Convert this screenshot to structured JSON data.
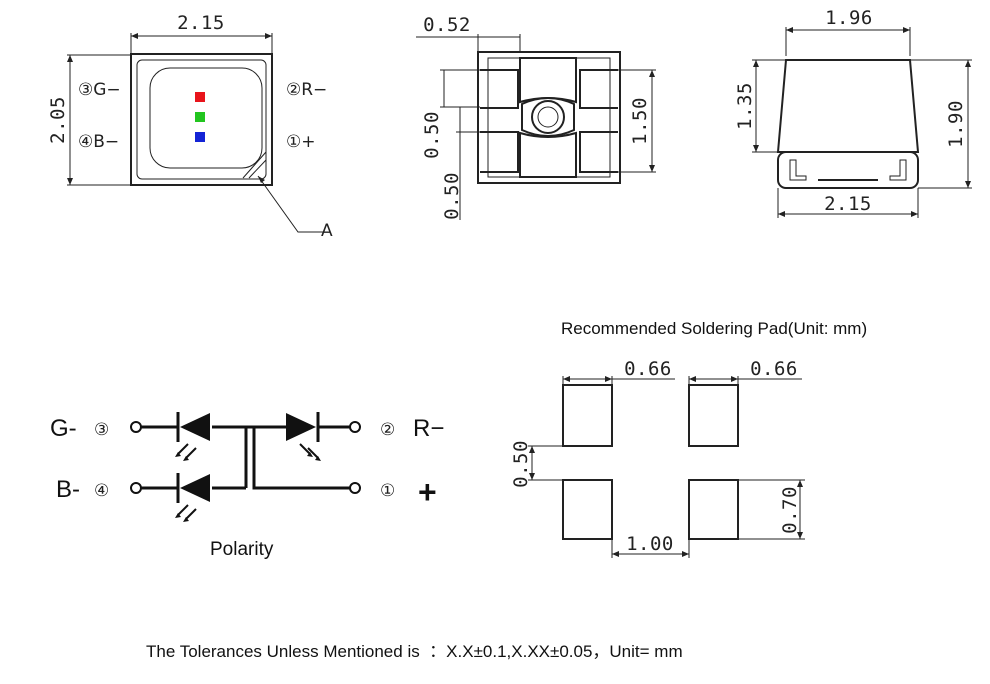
{
  "top_view": {
    "dim_width": "2.15",
    "dim_height": "2.05",
    "pin3": "③G−",
    "pin4": "④B−",
    "pin2": "②R−",
    "pin1": "①+",
    "marker": "A",
    "colors": {
      "red": "#e8141b",
      "green": "#22c51f",
      "blue": "#1424d6"
    }
  },
  "bottom_view": {
    "dim_pad_width": "0.52",
    "dim_pad_height": "0.50",
    "dim_pad_gap": "0.50",
    "dim_height": "1.50"
  },
  "side_view": {
    "dim_top_width": "1.96",
    "dim_body_height": "1.35",
    "dim_total_height": "1.90",
    "dim_bottom_width": "2.15"
  },
  "polarity": {
    "title": "Polarity",
    "g_label": "G-",
    "g_num": "③",
    "b_label": "B-",
    "b_num": "④",
    "r_num": "②",
    "r_label": "R−",
    "plus_num": "①",
    "plus_label": "+"
  },
  "solder_pad": {
    "title": "Recommended Soldering Pad(Unit: mm)",
    "dim_left_width": "0.66",
    "dim_right_width": "0.66",
    "dim_gap_vertical": "0.50",
    "dim_gap_horizontal": "1.00",
    "dim_pad_height": "0.70"
  },
  "footer": {
    "tolerance": "The Tolerances Unless Mentioned is  ：X.X±0.1,X.XX±0.05，Unit= mm"
  }
}
